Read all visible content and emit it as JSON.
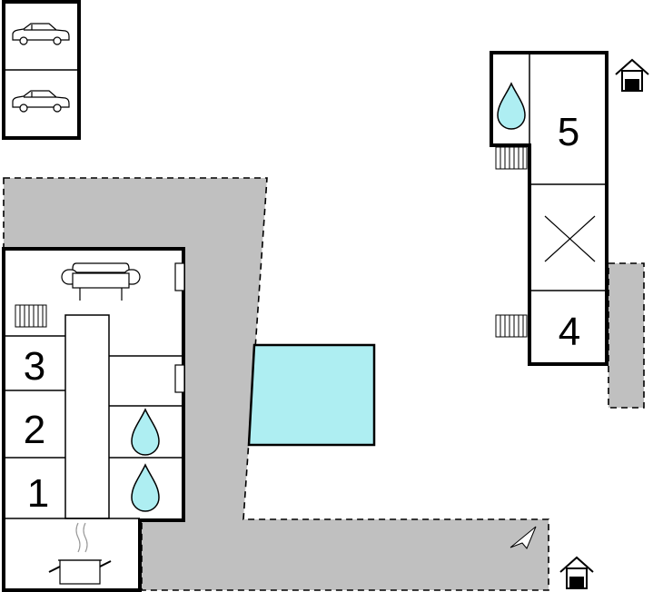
{
  "floorplan": {
    "rooms": [
      {
        "id": "room-1",
        "label": "1"
      },
      {
        "id": "room-2",
        "label": "2"
      },
      {
        "id": "room-3",
        "label": "3"
      },
      {
        "id": "room-4",
        "label": "4"
      },
      {
        "id": "room-5",
        "label": "5"
      }
    ],
    "symbols": [
      "car-icon",
      "sofa-icon",
      "radiator-icon",
      "water-drop-icon",
      "cooking-pot-icon",
      "entrance-icon",
      "window-icon",
      "north-arrow-icon",
      "cross-icon"
    ]
  },
  "colors": {
    "outdoor_area": "#c0c0c0",
    "pool": "#aeeef2",
    "water_drop": "#aeeef2",
    "wall": "#000000"
  }
}
